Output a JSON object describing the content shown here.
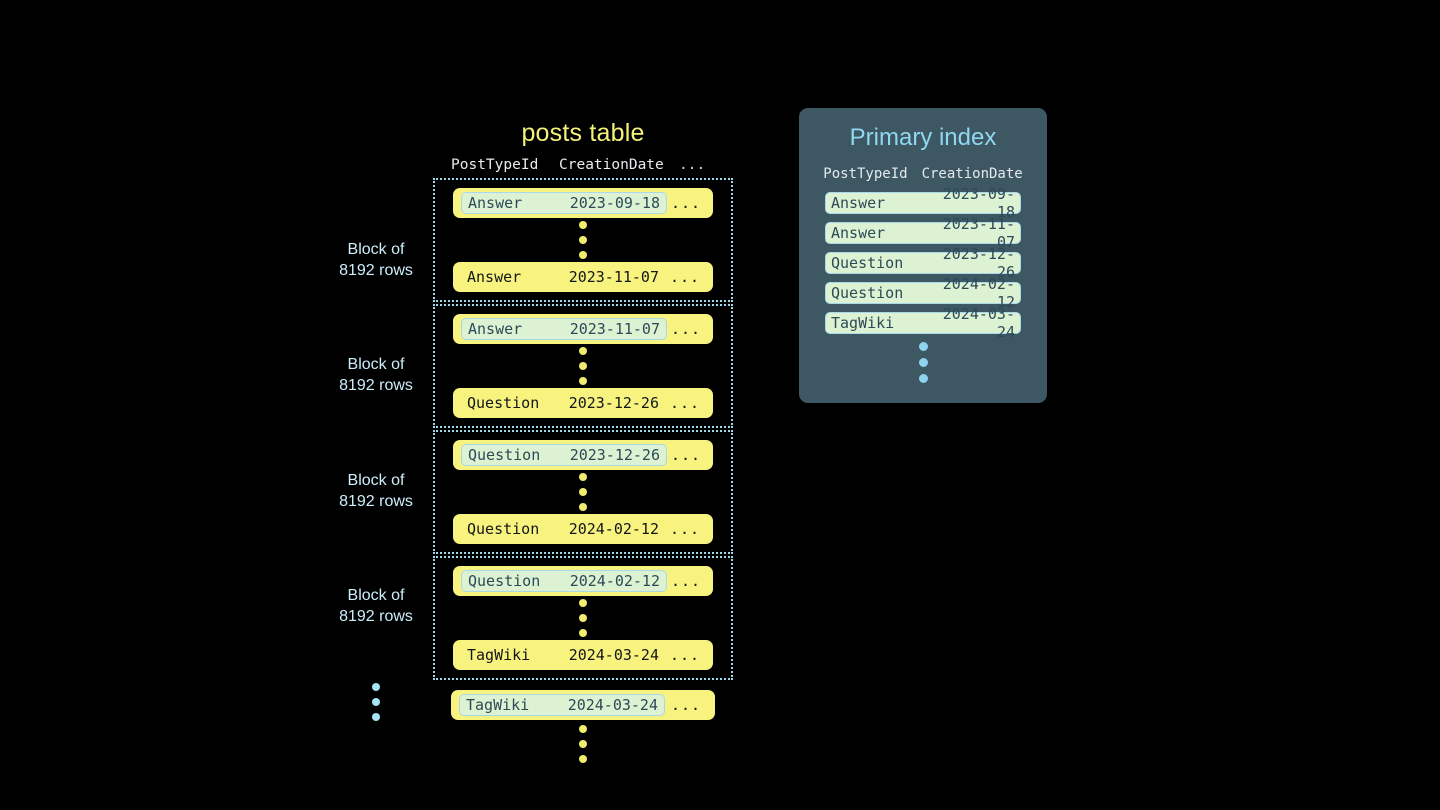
{
  "posts_table": {
    "title": "posts table",
    "columns": {
      "post_type": "PostTypeId",
      "creation_date": "CreationDate",
      "more": "..."
    },
    "row_more": "...",
    "blocks": [
      {
        "label_line1": "Block of",
        "label_line2": "8192 rows",
        "first_row": {
          "post_type": "Answer",
          "creation_date": "2023-09-18",
          "highlighted": true
        },
        "last_row": {
          "post_type": "Answer",
          "creation_date": "2023-11-07",
          "highlighted": false
        }
      },
      {
        "label_line1": "Block of",
        "label_line2": "8192 rows",
        "first_row": {
          "post_type": "Answer",
          "creation_date": "2023-11-07",
          "highlighted": true
        },
        "last_row": {
          "post_type": "Question",
          "creation_date": "2023-12-26",
          "highlighted": false
        }
      },
      {
        "label_line1": "Block of",
        "label_line2": "8192 rows",
        "first_row": {
          "post_type": "Question",
          "creation_date": "2023-12-26",
          "highlighted": true
        },
        "last_row": {
          "post_type": "Question",
          "creation_date": "2024-02-12",
          "highlighted": false
        }
      },
      {
        "label_line1": "Block of",
        "label_line2": "8192 rows",
        "first_row": {
          "post_type": "Question",
          "creation_date": "2024-02-12",
          "highlighted": true
        },
        "last_row": {
          "post_type": "TagWiki",
          "creation_date": "2024-03-24",
          "highlighted": false
        }
      }
    ],
    "trailing_row": {
      "post_type": "TagWiki",
      "creation_date": "2024-03-24",
      "highlighted": true
    }
  },
  "primary_index": {
    "title": "Primary index",
    "columns": {
      "post_type": "PostTypeId",
      "creation_date": "CreationDate"
    },
    "rows": [
      {
        "post_type": "Answer",
        "creation_date": "2023-09-18"
      },
      {
        "post_type": "Answer",
        "creation_date": "2023-11-07"
      },
      {
        "post_type": "Question",
        "creation_date": "2023-12-26"
      },
      {
        "post_type": "Question",
        "creation_date": "2024-02-12"
      },
      {
        "post_type": "TagWiki",
        "creation_date": "2024-03-24"
      }
    ]
  },
  "colors": {
    "background": "#000000",
    "row_yellow": "#f7f37e",
    "highlight_green": "#dcf2d3",
    "highlight_border": "#a8d8ea",
    "panel_slate": "#3d5763",
    "accent_blue": "#8fd8f0",
    "title_yellow": "#f5f27a"
  }
}
